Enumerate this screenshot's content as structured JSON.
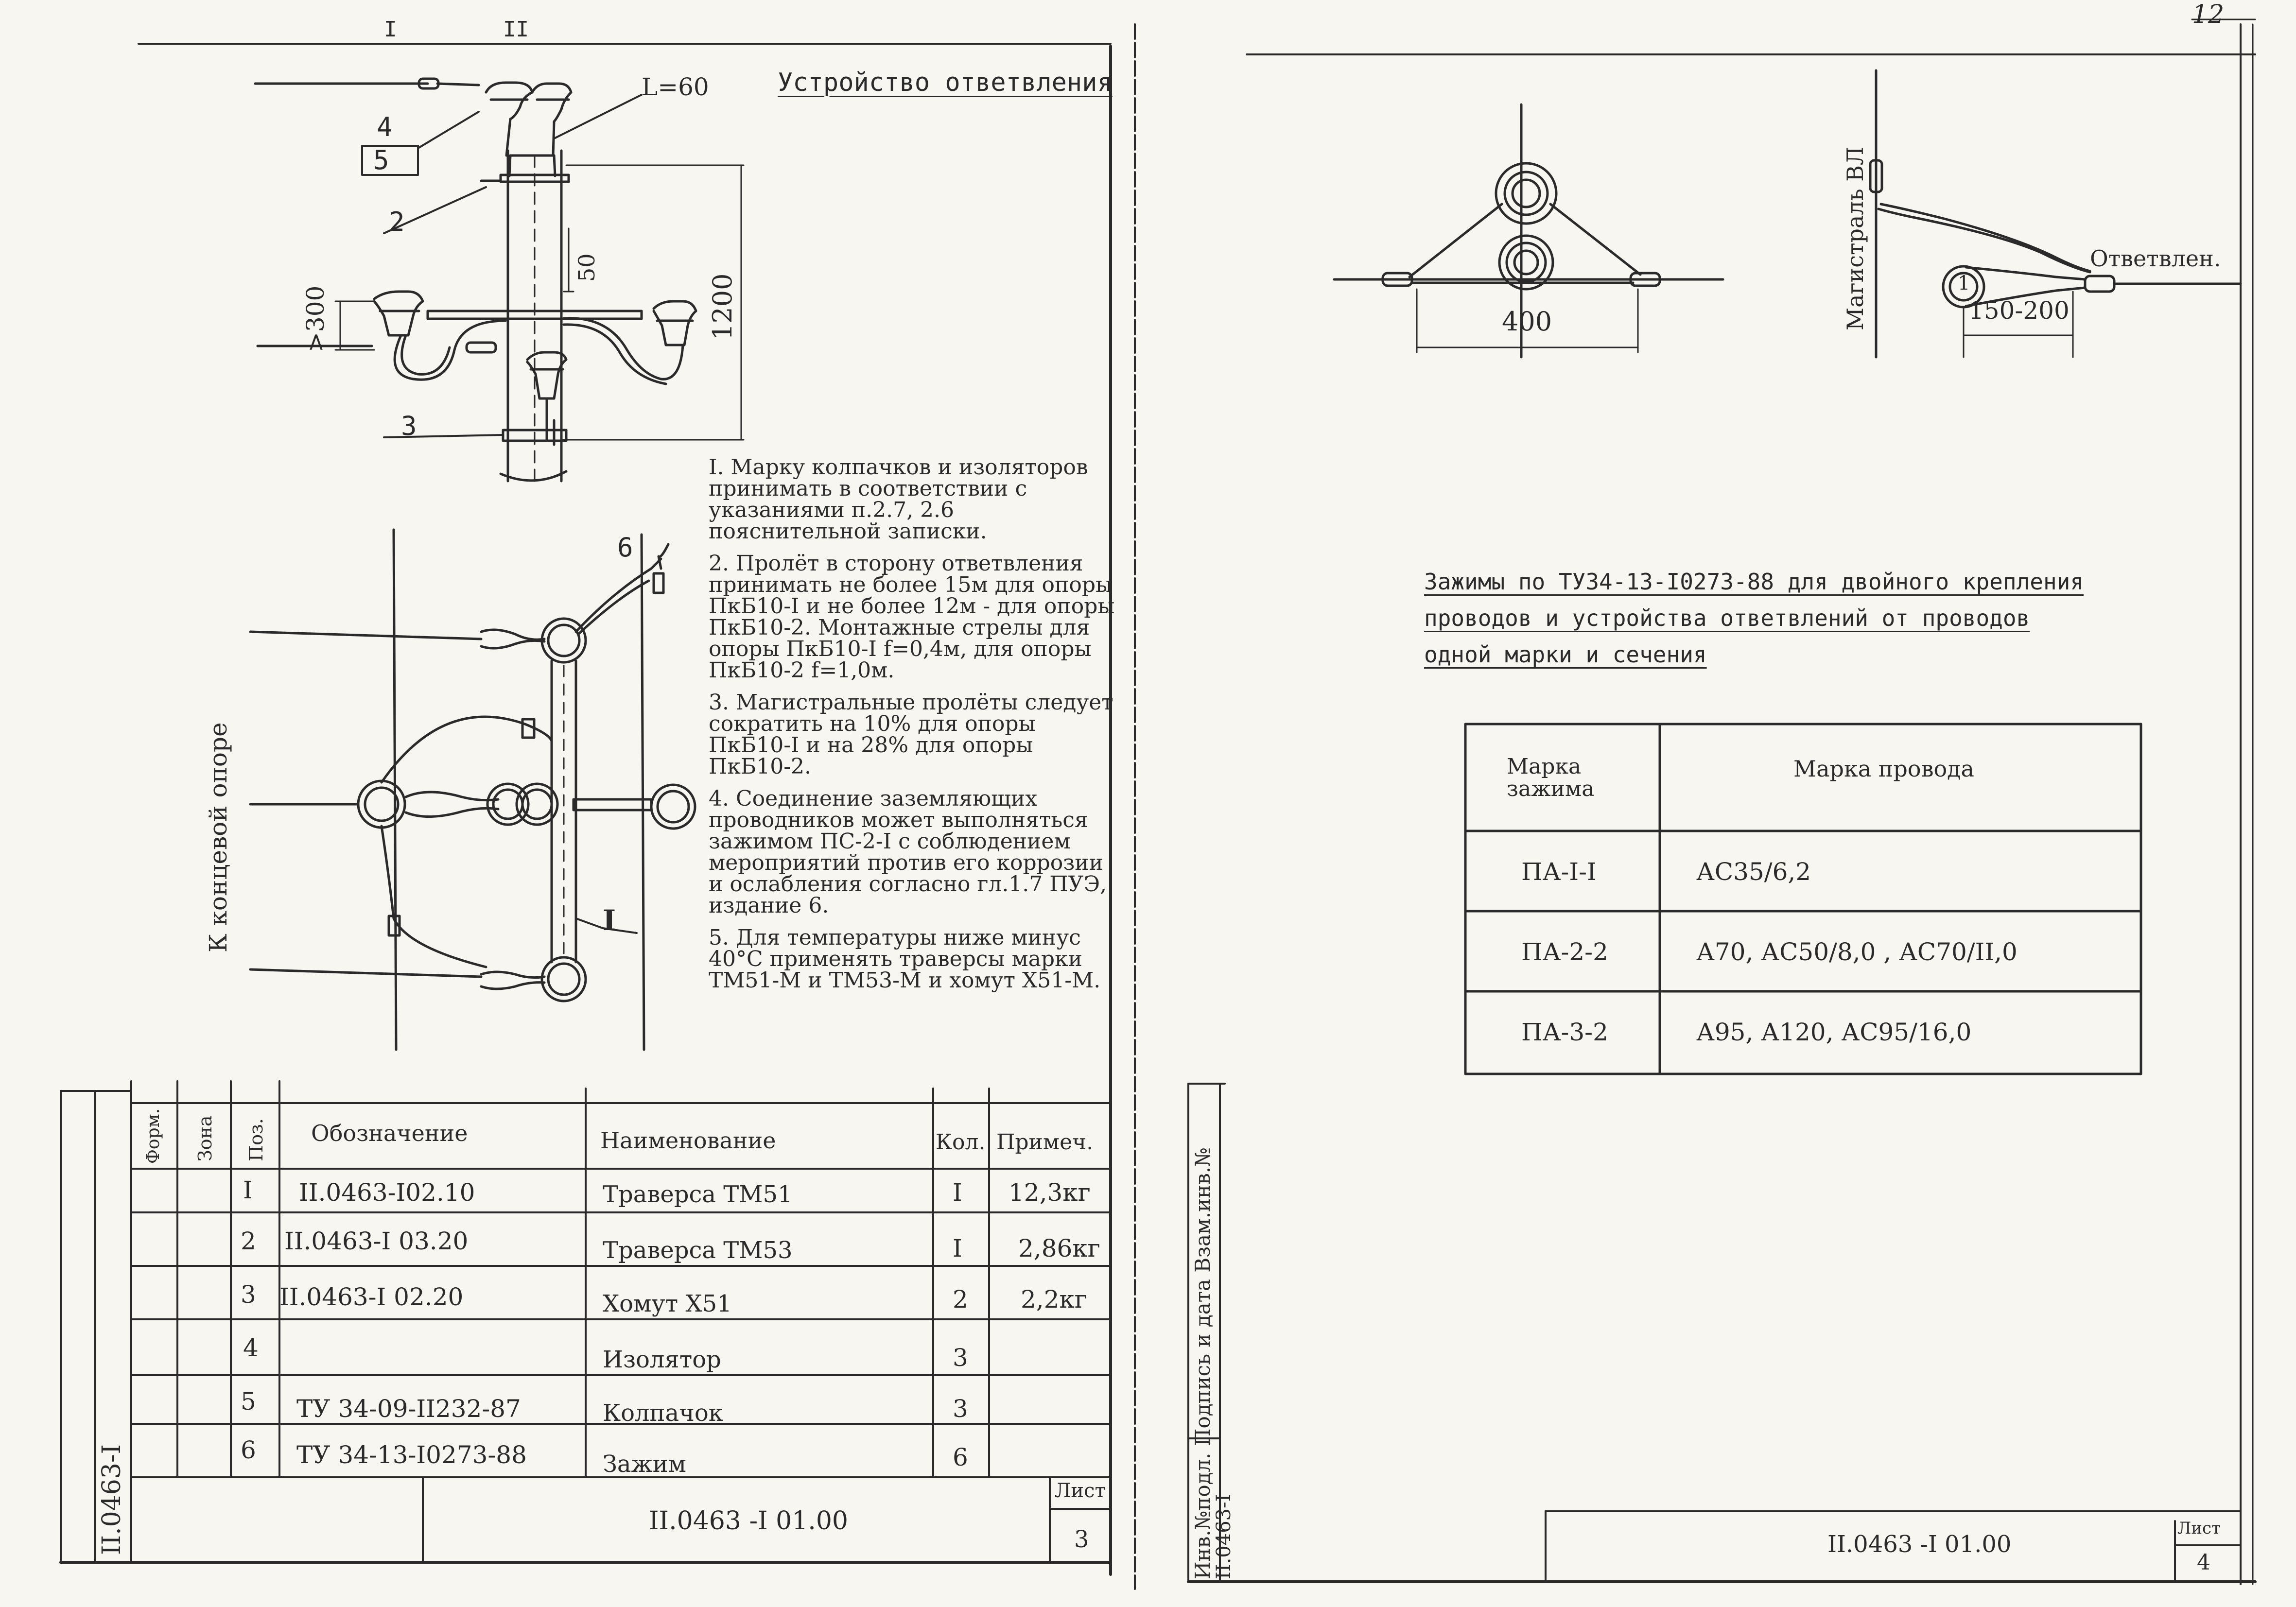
{
  "page_number_top": "12",
  "left_page": {
    "title": "Устройство ответвления",
    "dim_l": "L=60",
    "dim_300": ">300",
    "dim_1200": "1200",
    "dim_50": "50",
    "callouts": [
      "4",
      "5",
      "2",
      "3",
      "6",
      "I"
    ],
    "side_label": "К концевой опоре",
    "grid_marks": [
      "I",
      "II"
    ],
    "notes": [
      "I. Марку колпачков и изоляторов принимать в соответствии с указаниями п.2.7, 2.6 пояснительной записки.",
      "2. Пролёт в сторону ответвления принимать не более 15м для опоры ПкБ10-I и не более 12м - для опоры ПкБ10-2. Монтажные стрелы для опоры ПкБ10-I f=0,4м, для опоры ПкБ10-2 f=1,0м.",
      "3. Магистральные пролёты следует сократить на 10% для опоры ПкБ10-I и на 28% для опоры ПкБ10-2.",
      "4. Соединение заземляющих проводников может выполняться зажимом ПС-2-I с соблюдением мероприятий против его коррозии и ослабления согласно гл.1.7 ПУЭ, издание 6.",
      "5. Для температуры ниже минус 40°С применять траверсы марки ТМ51-М и ТМ53-М и хомут Х51-М."
    ],
    "spec_table": {
      "headers": [
        "Форм.",
        "Зона",
        "Поз.",
        "Обозначение",
        "Наименование",
        "Кол.",
        "Примеч."
      ],
      "rows": [
        [
          "",
          "",
          "I",
          "II.0463-I02.10",
          "Траверса ТМ51",
          "I",
          "12,3кг"
        ],
        [
          "",
          "",
          "2",
          "II.0463-I 03.20",
          "Траверса ТМ53",
          "I",
          "2,86кг"
        ],
        [
          "",
          "",
          "3",
          "II.0463-I 02.20",
          "Хомут Х51",
          "2",
          "2,2кг"
        ],
        [
          "",
          "",
          "4",
          "",
          "Изолятор",
          "3",
          ""
        ],
        [
          "",
          "",
          "5",
          "ТУ 34-09-II232-87",
          "Колпачок",
          "3",
          ""
        ],
        [
          "",
          "",
          "6",
          "ТУ 34-13-I0273-88",
          "Зажим",
          "6",
          ""
        ]
      ]
    },
    "doc_code": "II.0463 -I 01.00",
    "sheet_label": "Лист",
    "sheet_number": "3",
    "margin_code": "II.0463-I"
  },
  "right_page": {
    "dim_400": "400",
    "dim_150_200": "150-200",
    "label_main": "Магистраль ВЛ",
    "label_branch": "Ответвлен.",
    "clamp_marker": "1",
    "clamp_title_lines": [
      "Зажимы по ТУ34-13-I0273-88 для двойного крепления",
      "проводов и устройства ответвлений от проводов",
      "одной марки и сечения"
    ],
    "clamp_table": {
      "headers": [
        "Марка зажима",
        "Марка провода"
      ],
      "rows": [
        [
          "ПА-I-I",
          "АС35/6,2"
        ],
        [
          "ПА-2-2",
          "А70, АС50/8,0 , АС70/II,0"
        ],
        [
          "ПА-3-2",
          "А95, А120, АС95/16,0"
        ]
      ]
    },
    "doc_code": "II.0463 -I 01.00",
    "sheet_label": "Лист",
    "sheet_number": "4",
    "margin_label": "Инв.№подл. Подпись и дата Взам.инв.№",
    "margin_code": "II.0463-I"
  },
  "colors": {
    "paper": "#f7f6f1",
    "ink": "#2a2a2a"
  }
}
